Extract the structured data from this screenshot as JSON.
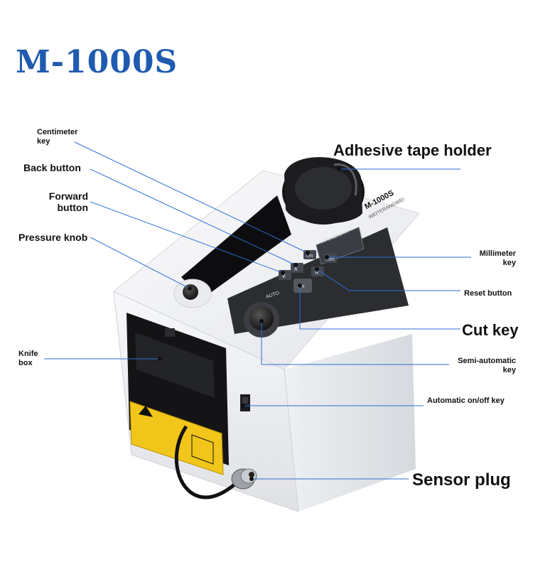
{
  "title": "M-1000S",
  "device": {
    "brand_mark": "M-1000S",
    "brand_name": "WEITERANGWEI",
    "panel_label": "TAPE LENGTH",
    "auto_label": "AUTO",
    "key_cm": "cm",
    "key_mm": "mm",
    "key_back": "∧",
    "key_fwd": "∨",
    "key_reset": "R",
    "key_cut": "✂"
  },
  "labels": {
    "centimeter_key": [
      "Centimeter",
      "key"
    ],
    "back_button": "Back button",
    "forward_button": [
      "Forward",
      "button"
    ],
    "pressure_knob": "Pressure knob",
    "knife_box": [
      "Knife",
      "box"
    ],
    "adhesive_tape_holder": "Adhesive tape holder",
    "millimeter_key": [
      "Millimeter",
      "key"
    ],
    "reset_button": "Reset button",
    "cut_key": "Cut key",
    "semi_automatic_key": [
      "Semi-automatic",
      "key"
    ],
    "automatic_onoff_key": "Automatic on/off key",
    "sensor_plug": "Sensor plug"
  },
  "colors": {
    "title": "#1f5bb0",
    "leader_line": "#2a6fd6",
    "body_white": "#f4f5f7",
    "panel_dark": "#2b2d31",
    "warning_yellow": "#f2c51a"
  }
}
